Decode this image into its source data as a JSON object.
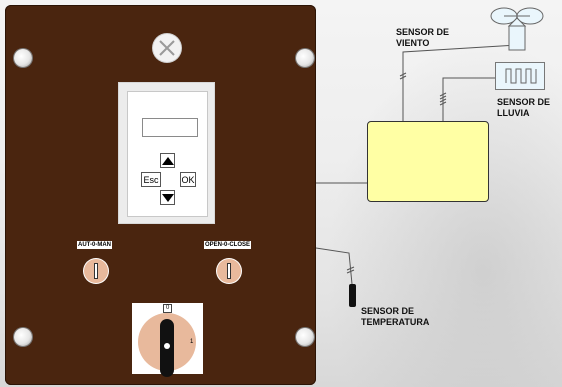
{
  "panel": {
    "lamp_mark": "⊗",
    "hmi": {
      "esc_label": "Esc",
      "ok_label": "OK"
    },
    "selectors": {
      "auto_man_label": "AUT-0-MAN",
      "open_close_label": "OPEN-0-CLOSE"
    },
    "main_switch": {
      "position_zero": "0",
      "position_one": "1"
    }
  },
  "sensors": {
    "wind": {
      "line1": "SENSOR DE",
      "line2": "VIENTO",
      "icon": "anemometer-icon"
    },
    "rain": {
      "line1": "SENSOR DE",
      "line2": "LLUVIA",
      "icon": "rain-gauge-icon"
    },
    "temperature": {
      "line1": "SENSOR DE",
      "line2": "TEMPERATURA",
      "icon": "thermometer-icon"
    }
  },
  "colors": {
    "panel": "#4a250f",
    "controller": "#ffffa4",
    "knob": "#e8b99c"
  }
}
